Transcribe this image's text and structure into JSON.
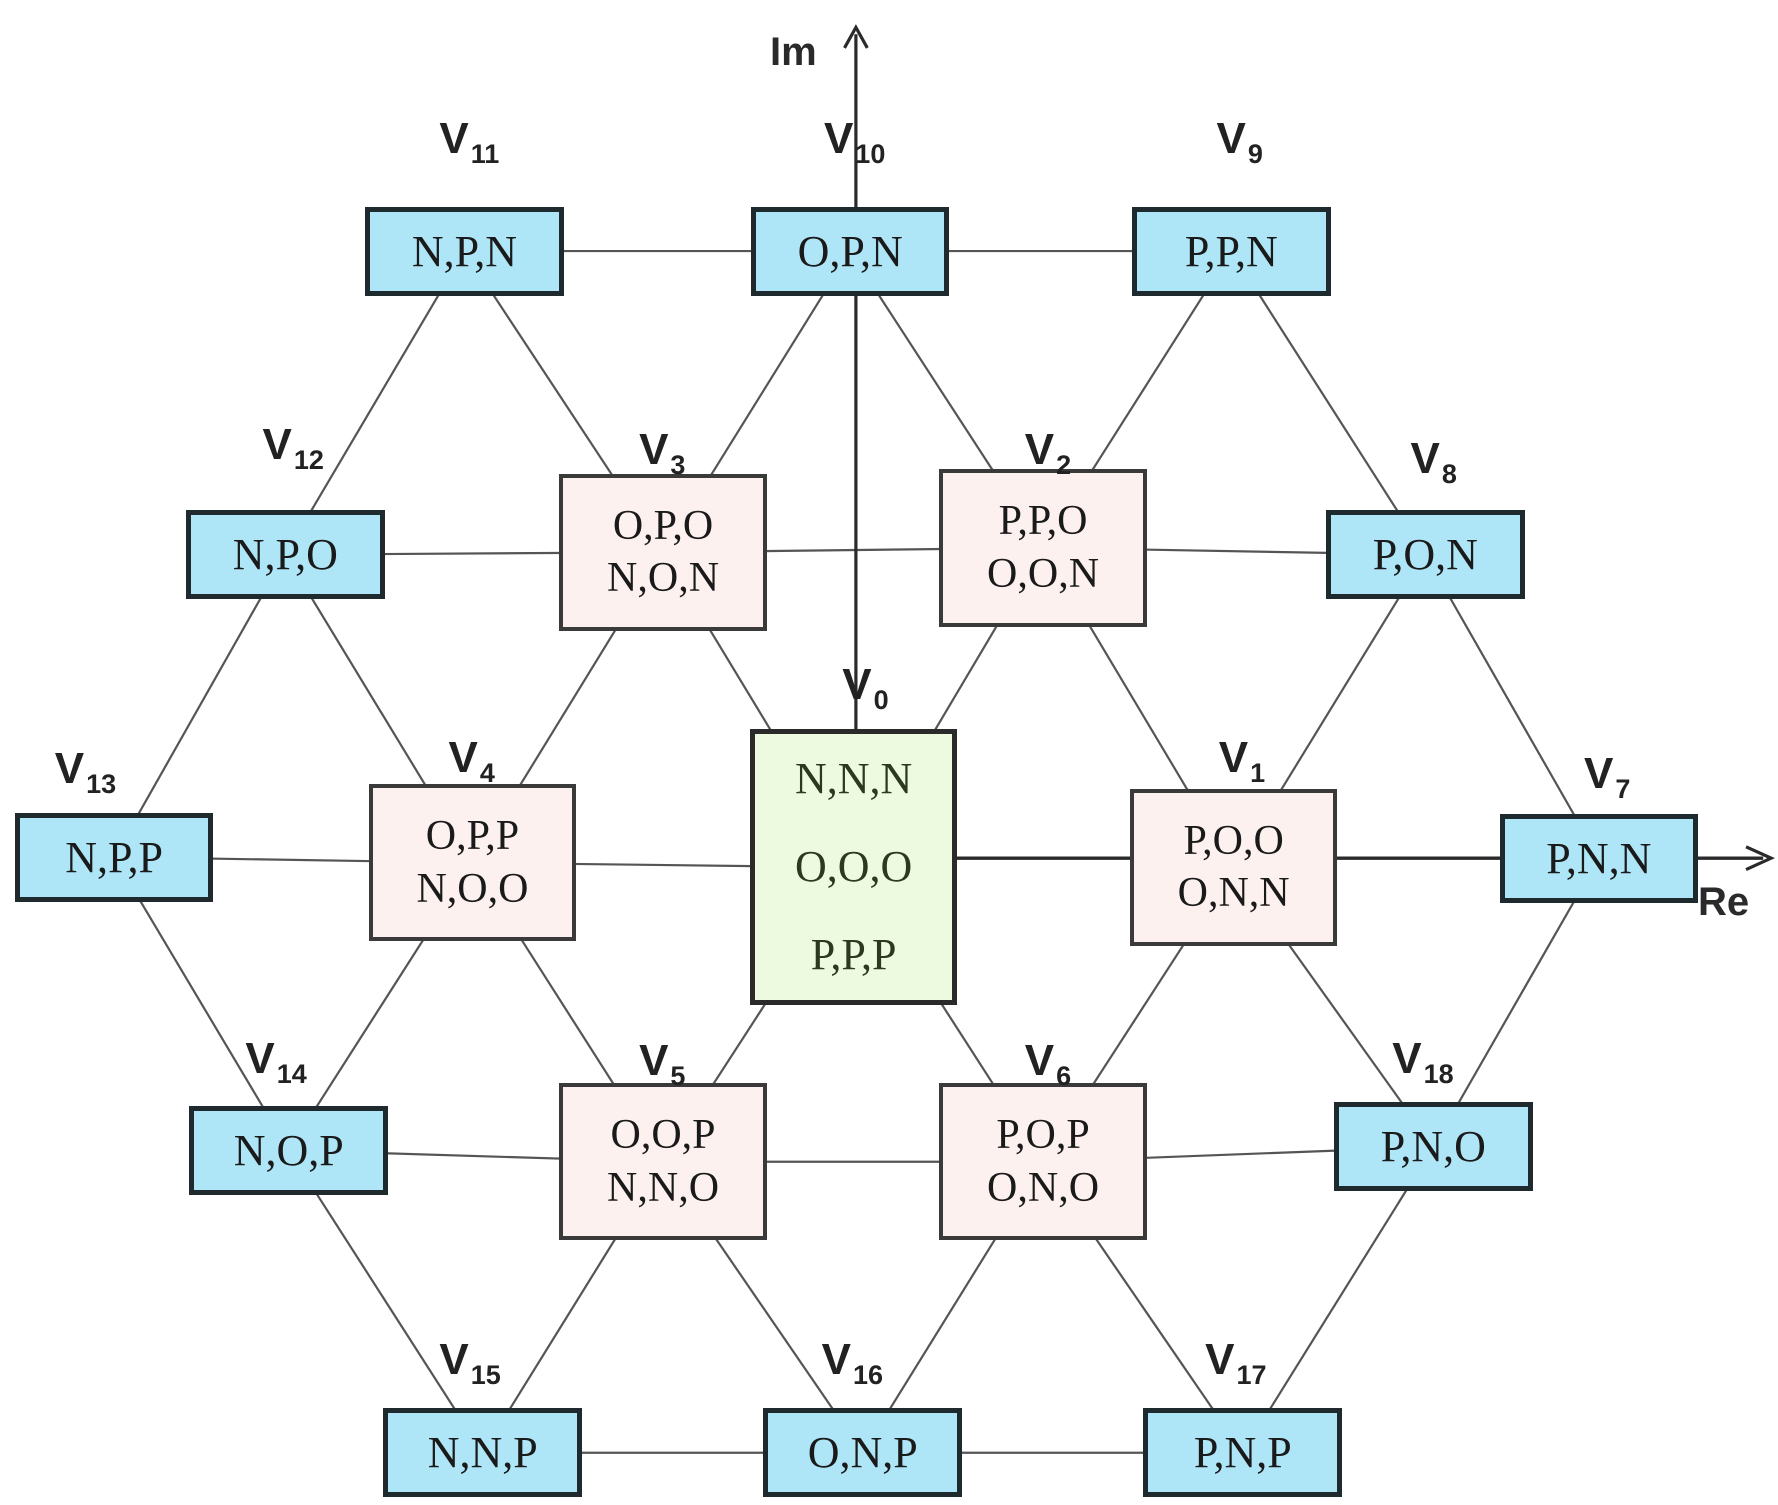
{
  "axes": {
    "im": "Im",
    "re": "Re"
  },
  "colors": {
    "outer_fill": "#aee6f8",
    "inner_fill": "#fdf1ef",
    "center_fill": "#eefadf"
  },
  "vectors": [
    {
      "id": "v0",
      "label": "V",
      "sub": "0",
      "states": [
        "N,N,N",
        "O,O,O",
        "P,P,P"
      ]
    },
    {
      "id": "v1",
      "label": "V",
      "sub": "1",
      "states": [
        "P,O,O",
        "O,N,N"
      ]
    },
    {
      "id": "v2",
      "label": "V",
      "sub": "2",
      "states": [
        "P,P,O",
        "O,O,N"
      ]
    },
    {
      "id": "v3",
      "label": "V",
      "sub": "3",
      "states": [
        "O,P,O",
        "N,O,N"
      ]
    },
    {
      "id": "v4",
      "label": "V",
      "sub": "4",
      "states": [
        "O,P,P",
        "N,O,O"
      ]
    },
    {
      "id": "v5",
      "label": "V",
      "sub": "5",
      "states": [
        "O,O,P",
        "N,N,O"
      ]
    },
    {
      "id": "v6",
      "label": "V",
      "sub": "6",
      "states": [
        "P,O,P",
        "O,N,O"
      ]
    },
    {
      "id": "v7",
      "label": "V",
      "sub": "7",
      "states": [
        "P,N,N"
      ]
    },
    {
      "id": "v8",
      "label": "V",
      "sub": "8",
      "states": [
        "P,O,N"
      ]
    },
    {
      "id": "v9",
      "label": "V",
      "sub": "9",
      "states": [
        "P,P,N"
      ]
    },
    {
      "id": "v10",
      "label": "V",
      "sub": "10",
      "states": [
        "O,P,N"
      ]
    },
    {
      "id": "v11",
      "label": "V",
      "sub": "11",
      "states": [
        "N,P,N"
      ]
    },
    {
      "id": "v12",
      "label": "V",
      "sub": "12",
      "states": [
        "N,P,O"
      ]
    },
    {
      "id": "v13",
      "label": "V",
      "sub": "13",
      "states": [
        "N,P,P"
      ]
    },
    {
      "id": "v14",
      "label": "V",
      "sub": "14",
      "states": [
        "N,O,P"
      ]
    },
    {
      "id": "v15",
      "label": "V",
      "sub": "15",
      "states": [
        "N,N,P"
      ]
    },
    {
      "id": "v16",
      "label": "V",
      "sub": "16",
      "states": [
        "O,N,P"
      ]
    },
    {
      "id": "v17",
      "label": "V",
      "sub": "17",
      "states": [
        "P,N,P"
      ]
    },
    {
      "id": "v18",
      "label": "V",
      "sub": "18",
      "states": [
        "P,N,O"
      ]
    }
  ]
}
